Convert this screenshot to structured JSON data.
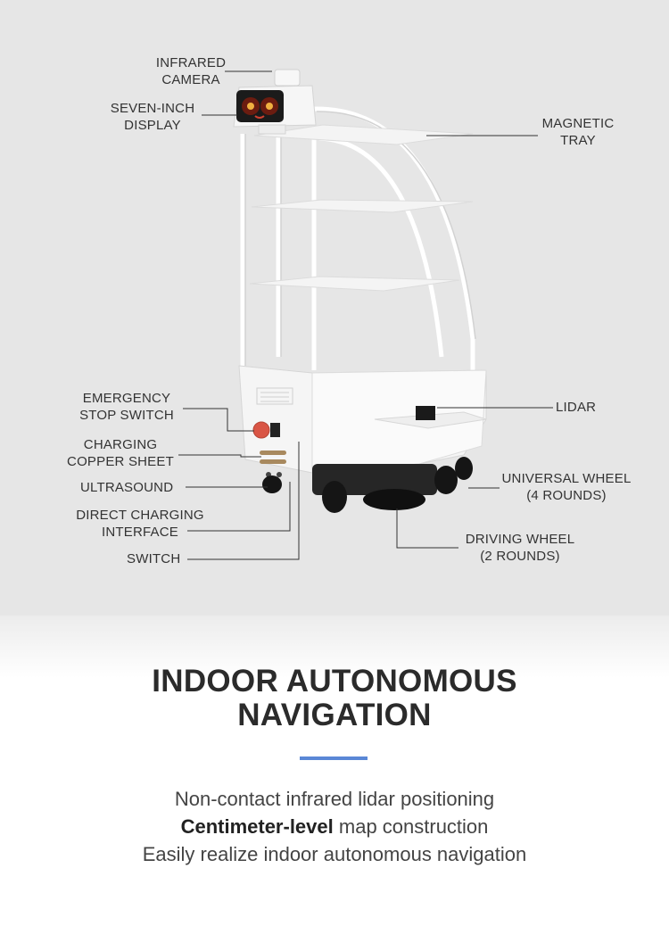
{
  "labels": {
    "infrared_camera": [
      "INFRARED",
      "CAMERA"
    ],
    "display": [
      "SEVEN-INCH",
      "DISPLAY"
    ],
    "magnetic_tray": [
      "MAGNETIC",
      "TRAY"
    ],
    "emergency_stop": [
      "EMERGENCY",
      "STOP SWITCH"
    ],
    "charging_copper": [
      "CHARGING",
      "COPPER SHEET"
    ],
    "ultrasound": [
      "ULTRASOUND"
    ],
    "direct_charging": [
      "DIRECT CHARGING",
      "INTERFACE"
    ],
    "switch": [
      "SWITCH"
    ],
    "lidar": [
      "LIDAR"
    ],
    "universal_wheel": [
      "UNIVERSAL WHEEL",
      "(4 ROUNDS)"
    ],
    "driving_wheel": [
      "DRIVING WHEEL",
      "(2 ROUNDS)"
    ]
  },
  "headline": [
    "INDOOR AUTONOMOUS",
    "NAVIGATION"
  ],
  "description": {
    "line1": "Non-contact infrared lidar positioning",
    "line2_bold": "Centimeter-level",
    "line2_rest": " map construction",
    "line3": "Easily realize indoor autonomous navigation"
  },
  "colors": {
    "background_top": "#e6e6e6",
    "accent": "#5a87d6",
    "text": "#333333"
  }
}
